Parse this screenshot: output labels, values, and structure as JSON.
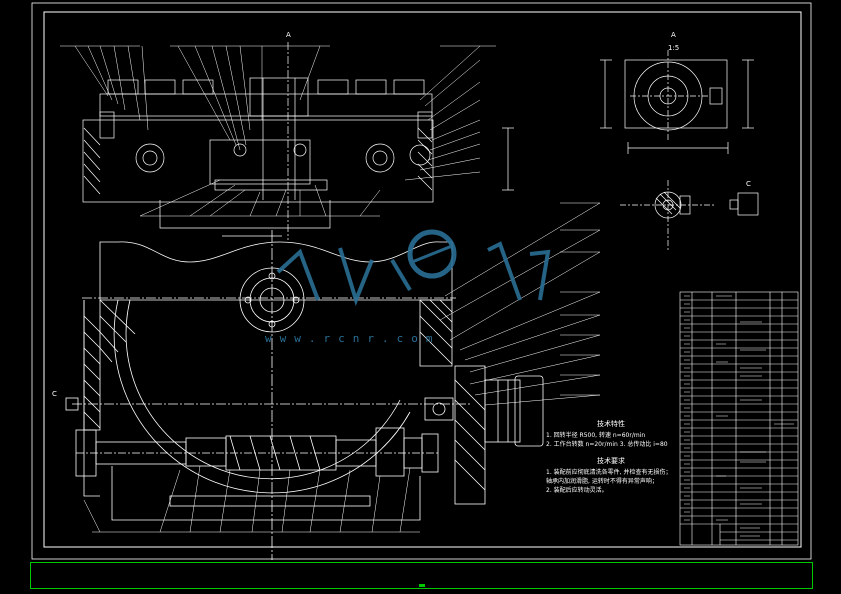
{
  "labels": {
    "section_a_top": "A",
    "section_a_right": "A",
    "section_a_right_scale": "1:5",
    "section_c_left": "C",
    "section_c_right": "C"
  },
  "tech_requirements": {
    "title1": "技术特性",
    "line1": "1. 回转半径 R500, 转速 n=60r/min",
    "line2": "2. 工作台转数 n=20r/min   3. 总传动比 i=80",
    "title2": "技术要求",
    "line3": "1. 装配前应彻底清洗各零件, 并检查有无损伤；",
    "line4": "    轴承内加润滑脂, 运转时不得有异常声响；",
    "line5": "2. 装配后应转动灵活。"
  },
  "watermark": {
    "text": "www.rcnr.com"
  },
  "colors": {
    "background": "#000000",
    "lines": "#ffffff",
    "status_border": "#00c800",
    "watermark": "#2a6f95"
  }
}
